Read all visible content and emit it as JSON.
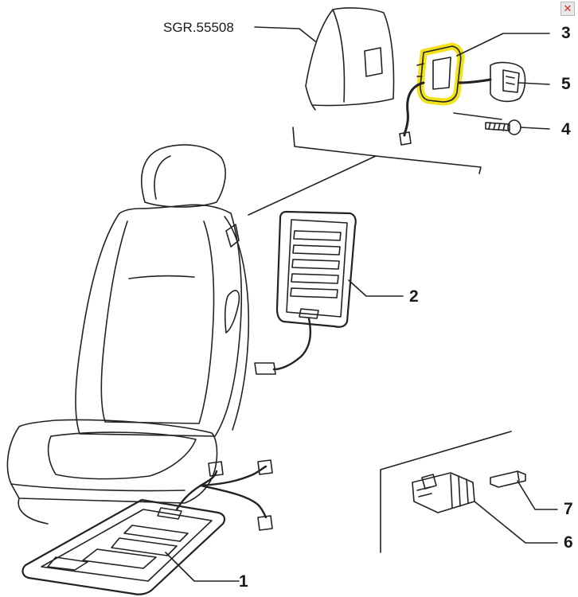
{
  "toolbar": {
    "close_glyph": "✕"
  },
  "diagram": {
    "part_code": "SGR.55508",
    "highlight_color": "#f2e21a",
    "callouts": {
      "p1": "1",
      "p2": "2",
      "p3": "3",
      "p4": "4",
      "p5": "5",
      "p6": "6",
      "p7": "7"
    }
  }
}
